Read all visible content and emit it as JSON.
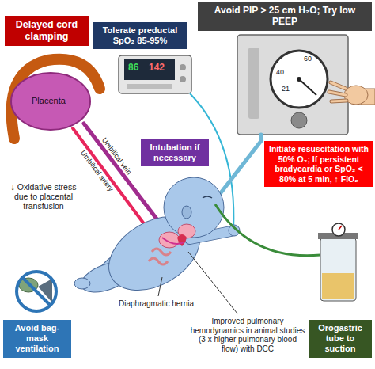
{
  "diagram": {
    "nodes": [
      {
        "text": [
          "Delayed cord clamping"
        ]
      },
      {
        "text": [
          "Tolerate preductal SpO₂ 85-95%"
        ]
      },
      {
        "text": [
          "Avoid PIP > 25 cm H₂O; Try low PEEP"
        ]
      },
      {
        "text": [
          "Intubation if necessary"
        ]
      },
      {
        "text": [
          "Initiate resuscitation with 50% O₂; If persistent bradycardia or SpO₂ < 80% at 5 min, ↑ FiO₂"
        ]
      },
      {
        "text": [
          "Avoid bag-mask ventilation"
        ]
      },
      {
        "text": [
          "Orogastric tube to suction"
        ]
      }
    ],
    "labels": [
      "86",
      "142",
      "21",
      "40",
      "60",
      "Placenta",
      "↓ Oxidative stress due to placental transfusion",
      "Umbilical artery",
      "Umbilical vein",
      "Diaphragmatic hernia",
      "Improved pulmonary hemodynamics in animal studies (3 x higher pulmonary blood flow) with DCC"
    ]
  }
}
